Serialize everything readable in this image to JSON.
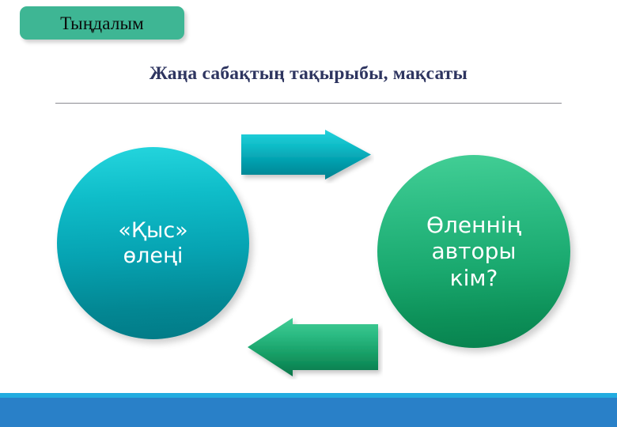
{
  "slide": {
    "badge": {
      "label": "Тыңдалым",
      "color": "#3eb694"
    },
    "title": "Жаңа сабақтың тақырыбы, мақсаты",
    "title_color": "#2e3560",
    "divider": true,
    "nodes": [
      {
        "id": "left",
        "label": "«Қыс»\nөлеңі",
        "fill_top": "#25d6de",
        "fill_bottom": "#027a86"
      },
      {
        "id": "right",
        "label": "Өленнің\nавторы\nкім?",
        "fill_top": "#43cf96",
        "fill_bottom": "#07814e"
      }
    ],
    "arrows": [
      {
        "id": "top",
        "direction": "right",
        "fill_top": "#24d2dc",
        "fill_bottom": "#00818f"
      },
      {
        "id": "bottom",
        "direction": "left",
        "fill_top": "#42cd95",
        "fill_bottom": "#06764a"
      }
    ],
    "footer": {
      "accent_color": "#22ace0",
      "bar_color": "#2980c8"
    }
  }
}
